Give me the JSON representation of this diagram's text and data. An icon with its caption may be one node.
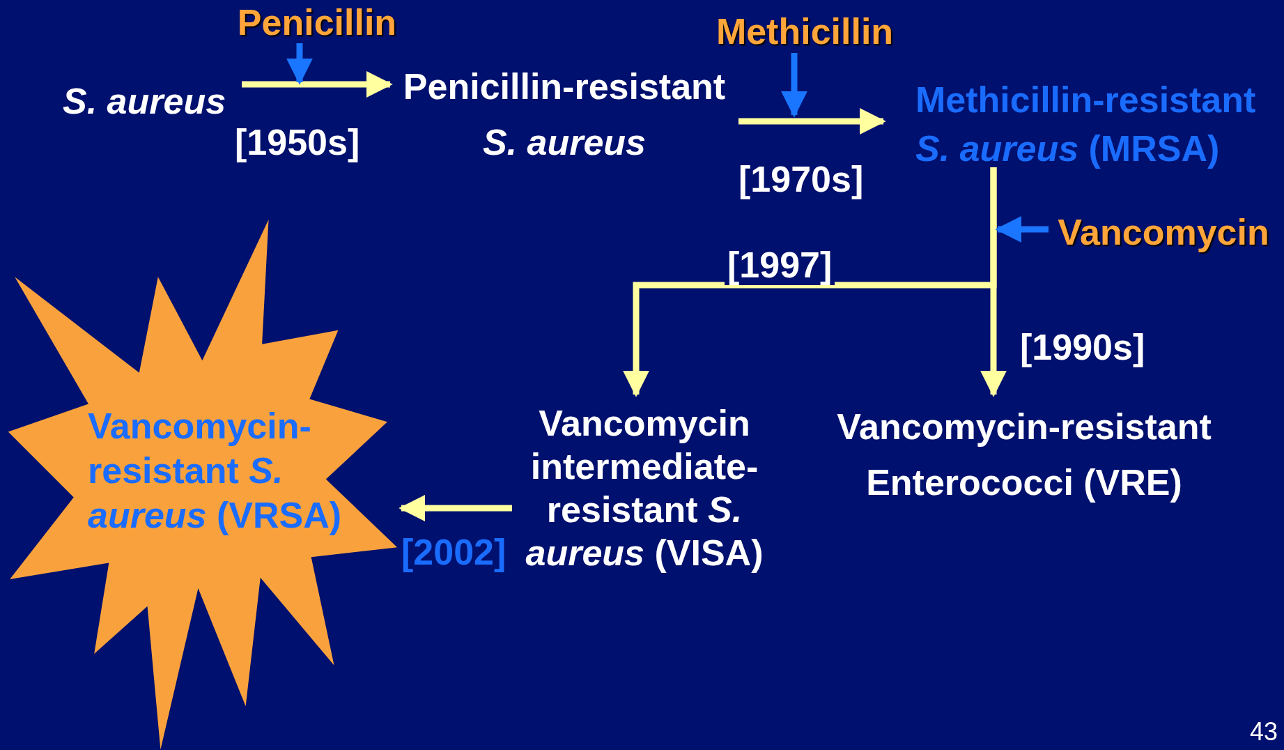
{
  "diagram": {
    "nodes": [
      {
        "text": [
          "S. aureus"
        ]
      },
      {
        "text": [
          "Penicillin-resistant *S. aureus*"
        ]
      },
      {
        "text": [
          "Methicillin-resistant *S. aureus* (MRSA)"
        ]
      },
      {
        "text": [
          "Vancomycin intermediate-resistant *S. aureus* (VISA)"
        ]
      },
      {
        "text": [
          "Vancomycin-resistant Enterococci (VRE)"
        ]
      },
      {
        "text": [
          "Vancomycin-resistant *S. aureus* (VRSA)"
        ]
      },
      {
        "text": [
          "Penicillin"
        ]
      },
      {
        "text": [
          "Methicillin"
        ]
      },
      {
        "text": [
          "Vancomycin"
        ]
      }
    ],
    "edges": [
      {
        "from": 0,
        "to": 1,
        "arrow": "to",
        "label": "[1950s]"
      },
      {
        "from": 1,
        "to": 2,
        "arrow": "to",
        "label": "[1970s]"
      },
      {
        "from": 2,
        "to": 3,
        "arrow": "to",
        "label": "[1997]"
      },
      {
        "from": 2,
        "to": 4,
        "arrow": "to",
        "label": "[1990s]"
      },
      {
        "from": 3,
        "to": 5,
        "arrow": "to",
        "label": "[2002]"
      },
      {
        "from": 6,
        "to": null,
        "arrow": "to",
        "color": "#1a75ff"
      },
      {
        "from": 7,
        "to": null,
        "arrow": "to",
        "color": "#1a75ff"
      },
      {
        "from": 8,
        "to": null,
        "arrow": "to",
        "color": "#1a75ff"
      }
    ],
    "labels": [
      "43"
    ]
  }
}
